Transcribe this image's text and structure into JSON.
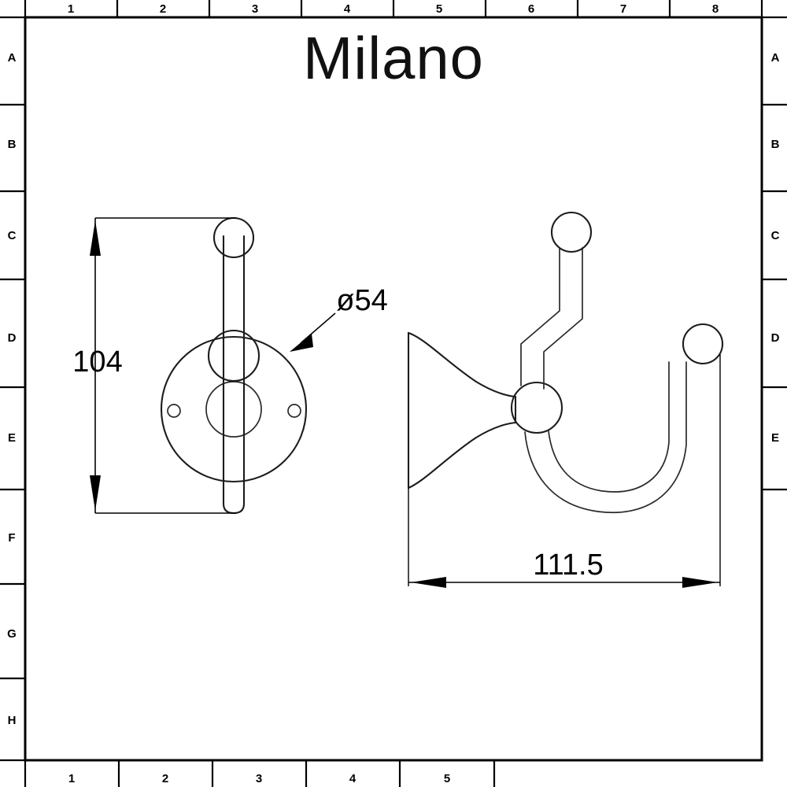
{
  "document": {
    "title": "Milano",
    "sheet_type": "technical-drawing",
    "background_color": "#ffffff",
    "line_color": "#1c1c1c"
  },
  "border": {
    "top_columns": [
      "1",
      "2",
      "3",
      "4",
      "5",
      "6",
      "7",
      "8"
    ],
    "bottom_columns": [
      "1",
      "2",
      "3",
      "4",
      "5"
    ],
    "left_rows": [
      "A",
      "B",
      "C",
      "D",
      "E",
      "F",
      "G",
      "H"
    ],
    "right_rows": [
      "A",
      "B",
      "C",
      "D",
      "E"
    ]
  },
  "logo": {
    "label": "Milano"
  },
  "views": {
    "front": {
      "name": "front-view",
      "dimension": {
        "label": "104",
        "value": 104,
        "unit": "mm",
        "orientation": "vertical"
      },
      "callout": {
        "label": "ø54",
        "value": 54,
        "unit": "mm",
        "symbol": "diameter"
      },
      "features": [
        "rose-plate",
        "center-boss",
        "screw-hole-left",
        "screw-hole-right",
        "upper-ball-knob",
        "center-ball-knob",
        "vertical-arm"
      ]
    },
    "side": {
      "name": "side-view",
      "dimension": {
        "label": "111.5",
        "value": 111.5,
        "unit": "mm",
        "orientation": "horizontal"
      },
      "features": [
        "wall-bracket",
        "center-hub",
        "upper-hook-arm",
        "upper-ball-knob",
        "lower-hook-arm",
        "lower-ball-knob"
      ]
    }
  }
}
